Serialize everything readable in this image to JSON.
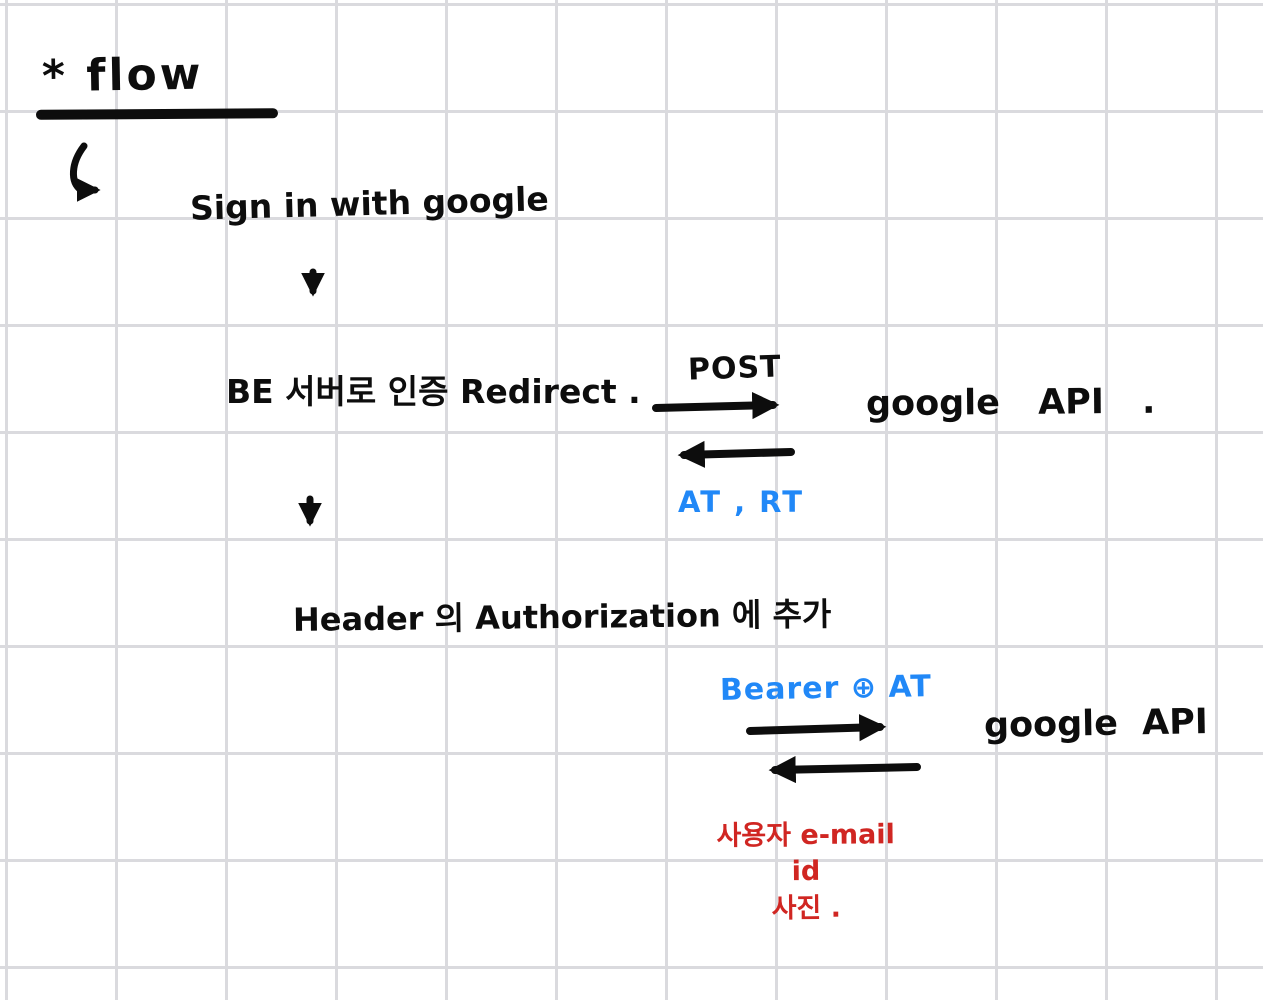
{
  "colors": {
    "ink": "#0d0d0d",
    "blue": "#2188f7",
    "red": "#d02622",
    "grid": "#dadade",
    "background": "#ffffff"
  },
  "title": {
    "label": "* flow"
  },
  "steps": {
    "signin": "Sign in with google",
    "redirect": "BE 서버로 인증 Redirect .",
    "header_add": "Header 의 Authorization 에 추가"
  },
  "exchange1": {
    "request_label": "POST",
    "server": "google API .",
    "response_label": "AT , RT"
  },
  "exchange2": {
    "request_label": "Bearer ⊕ AT",
    "server": "google API",
    "response_lines": [
      "사용자 e-mail",
      "id",
      "사진 ."
    ]
  }
}
